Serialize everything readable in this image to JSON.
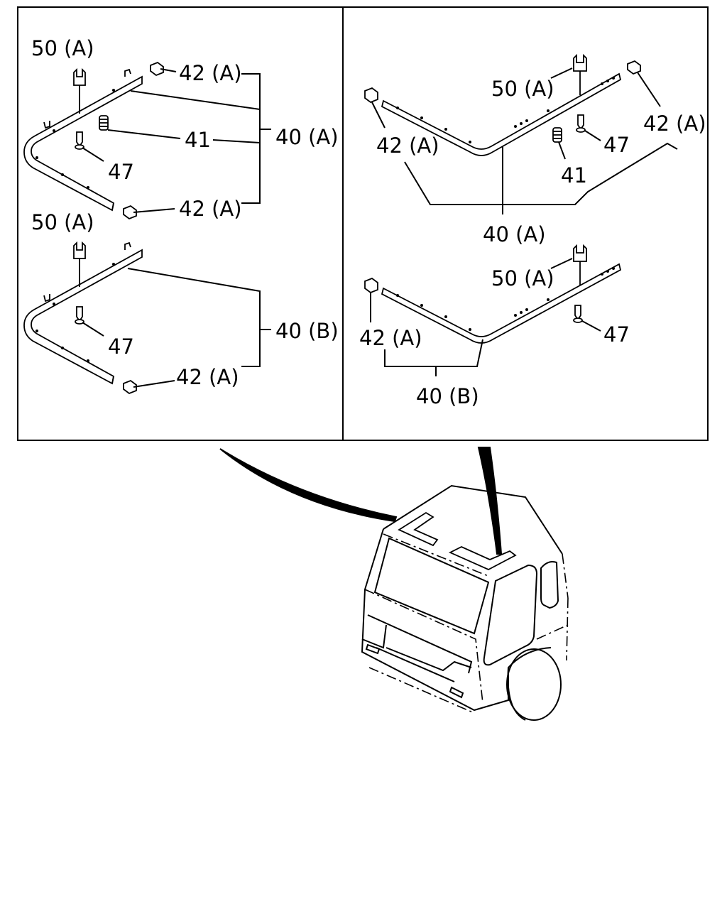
{
  "labels": {
    "tl_50a": "50 (A)",
    "tl_42a_top": "42 (A)",
    "tl_40a": "40 (A)",
    "tl_41": "41",
    "tl_47": "47",
    "tl_42a_bot": "42 (A)",
    "bl_50a": "50 (A)",
    "bl_40b": "40 (B)",
    "bl_47": "47",
    "bl_42a": "42 (A)",
    "tr_50a": "50 (A)",
    "tr_42a_right": "42 (A)",
    "tr_42a_left": "42 (A)",
    "tr_47": "47",
    "tr_41": "41",
    "tr_40a": "40 (A)",
    "br_50a": "50 (A)",
    "br_42a": "42 (A)",
    "br_47": "47",
    "br_40b": "40 (B)"
  }
}
